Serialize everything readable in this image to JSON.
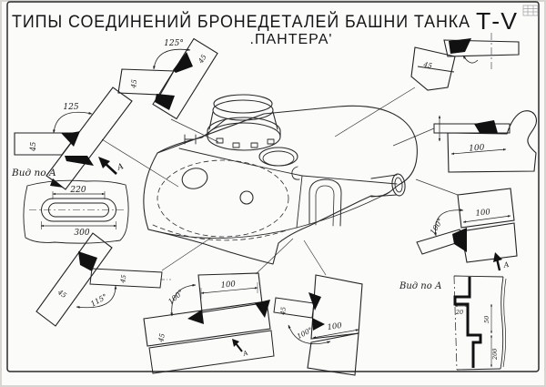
{
  "header": {
    "title": "ТИПЫ СОЕДИНЕНИЙ БРОНЕДЕТАЛЕЙ БАШНИ ТАНКА",
    "tank": "Т-V",
    "subtitle": ".ПАНТЕРА'"
  },
  "labels": {
    "view_a": "Вид по А",
    "arrow_a": "А"
  },
  "dims": {
    "d1_angle": "125",
    "d1_t": "45",
    "d2_angle": "125°",
    "d2_t1": "45",
    "d2_t2": "45",
    "d3_t": "45",
    "d4_w": "100",
    "d5_angle": "100°",
    "d5_w": "100",
    "d6_a": "20",
    "d6_b": "50",
    "d6_c": "200",
    "d7_angle": "100°",
    "d7_w": "100",
    "d7_t": "45",
    "d8_angle": "100°",
    "d8_w": "100",
    "d8_t": "45",
    "d9_angle": "115°",
    "d9_t": "45",
    "d9_t2": "45",
    "oval_inner": "220",
    "oval_outer": "300"
  }
}
